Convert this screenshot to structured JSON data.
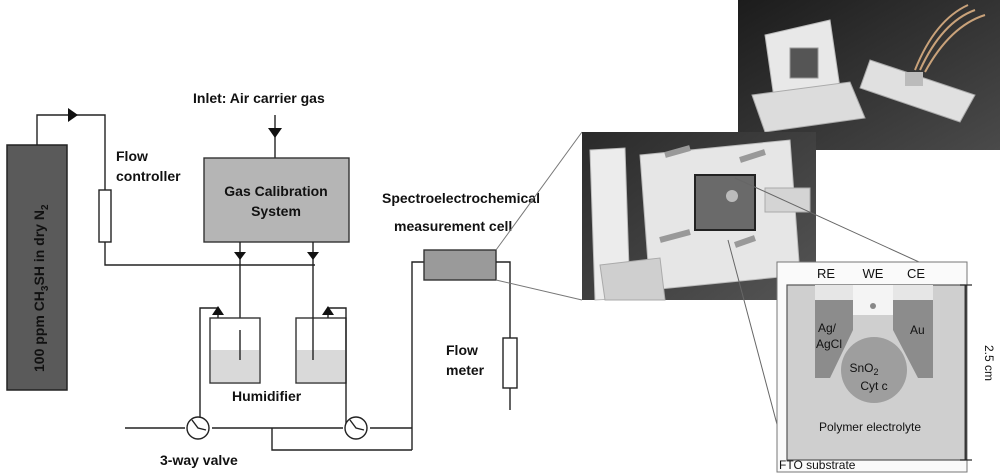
{
  "cylinder": {
    "main": "100 ppm CH",
    "sub1": "3",
    "mid": "SH in dry N",
    "sub2": "2"
  },
  "labels": {
    "flow_controller_1": "Flow",
    "flow_controller_2": "controller",
    "inlet": "Inlet: Air carrier gas",
    "gas_cal_1": "Gas Calibration",
    "gas_cal_2": "System",
    "humidifier": "Humidifier",
    "valve": "3-way valve",
    "cell_1": "Spectroelectrochemical",
    "cell_2": "measurement cell",
    "flow_meter_1": "Flow",
    "flow_meter_2": "meter"
  },
  "electrode": {
    "re": "RE",
    "we": "WE",
    "ce": "CE",
    "agcl_1": "Ag/",
    "agcl_2": "AgCl",
    "au": "Au",
    "sno2_main": "SnO",
    "sno2_sub": "2",
    "cytc": "Cyt c",
    "electrolyte": "Polymer electrolyte",
    "substrate": "FTO substrate",
    "dimension": "2.5 cm"
  },
  "colors": {
    "cylinder": "#5a5a5a",
    "box": "#b5b5b5",
    "liquid": "#d9d9d9",
    "photo_bg": "#3a3a3a"
  }
}
